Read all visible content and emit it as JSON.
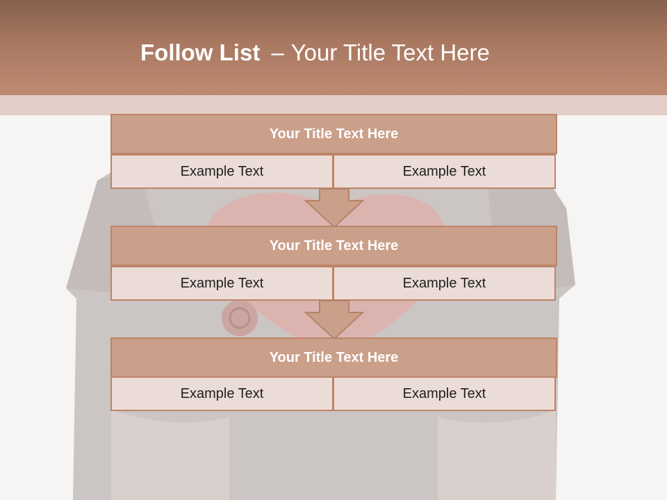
{
  "slide": {
    "title_bold": "Follow List",
    "title_separator": "–",
    "title_rest": "Your Title Text Here"
  },
  "colors": {
    "header": "#a97861",
    "box_title_fill": "#caa08a",
    "box_cell_fill": "#ecdcd7",
    "border": "#bd8367"
  },
  "steps": [
    {
      "title": "Your Title Text Here",
      "left": "Example Text",
      "right": "Example Text"
    },
    {
      "title": "Your Title Text Here",
      "left": "Example Text",
      "right": "Example Text"
    },
    {
      "title": "Your Title Text Here",
      "left": "Example Text",
      "right": "Example Text"
    }
  ],
  "connectors": [
    "down-arrow-icon",
    "down-arrow-icon"
  ]
}
